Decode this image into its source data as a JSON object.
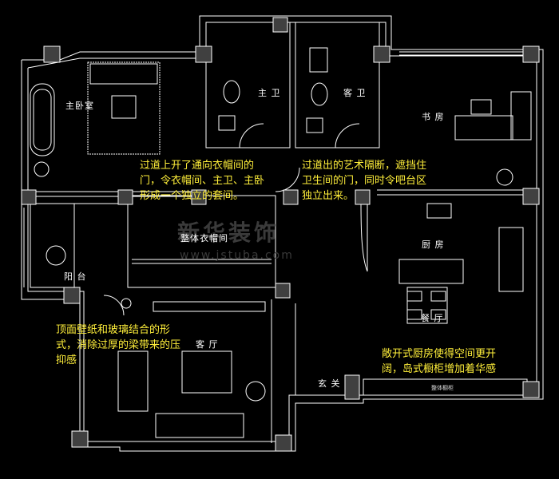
{
  "rooms": {
    "master_bedroom": "主卧室",
    "master_bath": "主 卫",
    "guest_bath": "客 卫",
    "study": "书 房",
    "balcony": "阳 台",
    "walk_in_closet": "整体衣帽间",
    "kitchen": "厨 房",
    "dining": "餐 厅",
    "living": "客 厅",
    "entrance": "玄 关",
    "cabinet_label": "整体橱柜"
  },
  "annotations": {
    "corridor": [
      "过道上开了通向衣帽间的",
      "门，令衣帽间、主卫、主卧",
      "形成一个独立的套间。"
    ],
    "partition": [
      "过道出的艺术隔断，遮挡住",
      "卫生间的门，同时令吧台区",
      "独立出来。"
    ],
    "ceiling": [
      "顶面壁纸和玻璃结合的形",
      "式，消除过厚的梁带来的压",
      "抑感"
    ],
    "kitchen": [
      "敞开式厨房使得空间更开",
      "阔，岛式橱柜增加着华感"
    ]
  },
  "watermark": {
    "main": "新华装饰",
    "url": "www.jstuba.com"
  },
  "colors": {
    "wall": "#ffffff",
    "note": "#ffef3a",
    "column": "#404040",
    "watermark": "#3a3a3a"
  }
}
